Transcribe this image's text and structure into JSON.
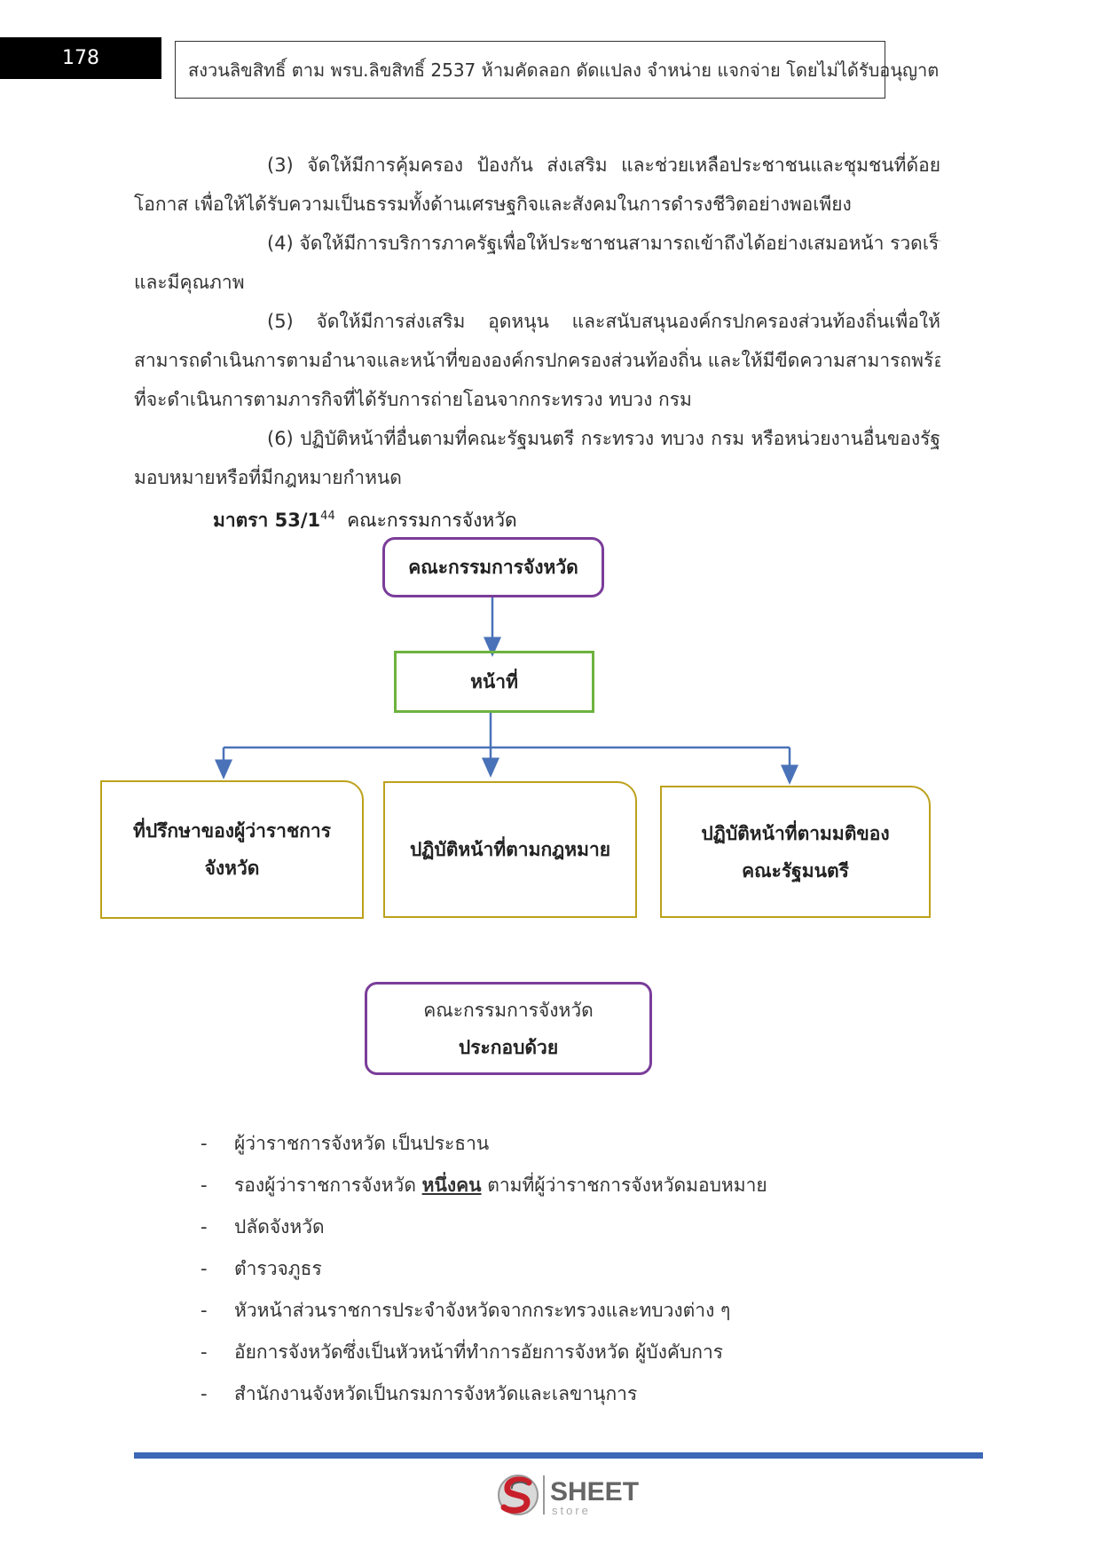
{
  "header": {
    "page_number": "178",
    "copyright_notice": "สงวนลิขสิทธิ์ ตาม พรบ.ลิขสิทธิ์ 2537 ห้ามคัดลอก ดัดแปลง จำหน่าย แจกจ่าย โดยไม่ได้รับอนุญาต"
  },
  "paragraphs": [
    {
      "first": "(3) จัดให้มีการคุ้มครอง ป้องกัน ส่งเสริม และช่วยเหลือประชาชนและชุมชนที่ด้อย",
      "rest": [
        "โอกาส เพื่อให้ได้รับความเป็นธรรมทั้งด้านเศรษฐกิจและสังคมในการดำรงชีวิตอย่างพอเพียง"
      ]
    },
    {
      "first": "(4) จัดให้มีการบริการภาครัฐเพื่อให้ประชาชนสามารถเข้าถึงได้อย่างเสมอหน้า รวดเร็ว",
      "rest": [
        "และมีคุณภาพ"
      ]
    },
    {
      "first": "(5) จัดให้มีการส่งเสริม อุดหนุน และสนับสนุนองค์กรปกครองส่วนท้องถิ่นเพื่อให้",
      "rest": [
        "สามารถดำเนินการตามอำนาจและหน้าที่ขององค์กรปกครองส่วนท้องถิ่น และให้มีขีดความสามารถพร้อม",
        "ที่จะดำเนินการตามภารกิจที่ได้รับการถ่ายโอนจากกระทรวง ทบวง กรม"
      ]
    },
    {
      "first": "(6) ปฏิบัติหน้าที่อื่นตามที่คณะรัฐมนตรี กระทรวง ทบวง กรม หรือหน่วยงานอื่นของรัฐ",
      "rest": [
        "มอบหมายหรือที่มีกฎหมายกำหนด"
      ]
    }
  ],
  "section": {
    "label": "มาตรา 53/1",
    "footnote": "44",
    "title": "คณะกรรมการจังหวัด"
  },
  "diagram": {
    "root": "คณะกรรมการจังหวัด",
    "duty": "หน้าที่",
    "branches": [
      [
        "ที่ปรึกษาของผู้ว่าราชการ",
        "จังหวัด"
      ],
      [
        "ปฏิบัติหน้าที่ตามกฎหมาย"
      ],
      [
        "ปฏิบัติหน้าที่ตามมติของ",
        "คณะรัฐมนตรี"
      ]
    ],
    "composition_title": "คณะกรรมการจังหวัด",
    "composition_subtitle": "ประกอบด้วย"
  },
  "members": [
    {
      "text": "ผู้ว่าราชการจังหวัด เป็นประธาน"
    },
    {
      "before": "รองผู้ว่าราชการจังหวัด ",
      "emphasis": "หนึ่งคน",
      "after": " ตามที่ผู้ว่าราชการจังหวัดมอบหมาย"
    },
    {
      "text": "ปลัดจังหวัด"
    },
    {
      "text": "ตำรวจภูธร"
    },
    {
      "text": "หัวหน้าส่วนราชการประจำจังหวัดจากกระทรวงและทบวงต่าง ๆ"
    },
    {
      "text": "อัยการจังหวัดซึ่งเป็นหัวหน้าที่ทำการอัยการจังหวัด ผู้บังคับการ"
    },
    {
      "text": "สำนักงานจังหวัดเป็นกรมการจังหวัดและเลขานุการ"
    }
  ],
  "list_marker": "-",
  "footer": {
    "logo_word": "SHEET",
    "logo_sub": "store",
    "bar_color": "#3d67b7"
  },
  "colors": {
    "purple_border": "#7a3d99",
    "green_border": "#6db33f",
    "gold_border": "#bda11d",
    "arrow": "#4a72b8"
  }
}
